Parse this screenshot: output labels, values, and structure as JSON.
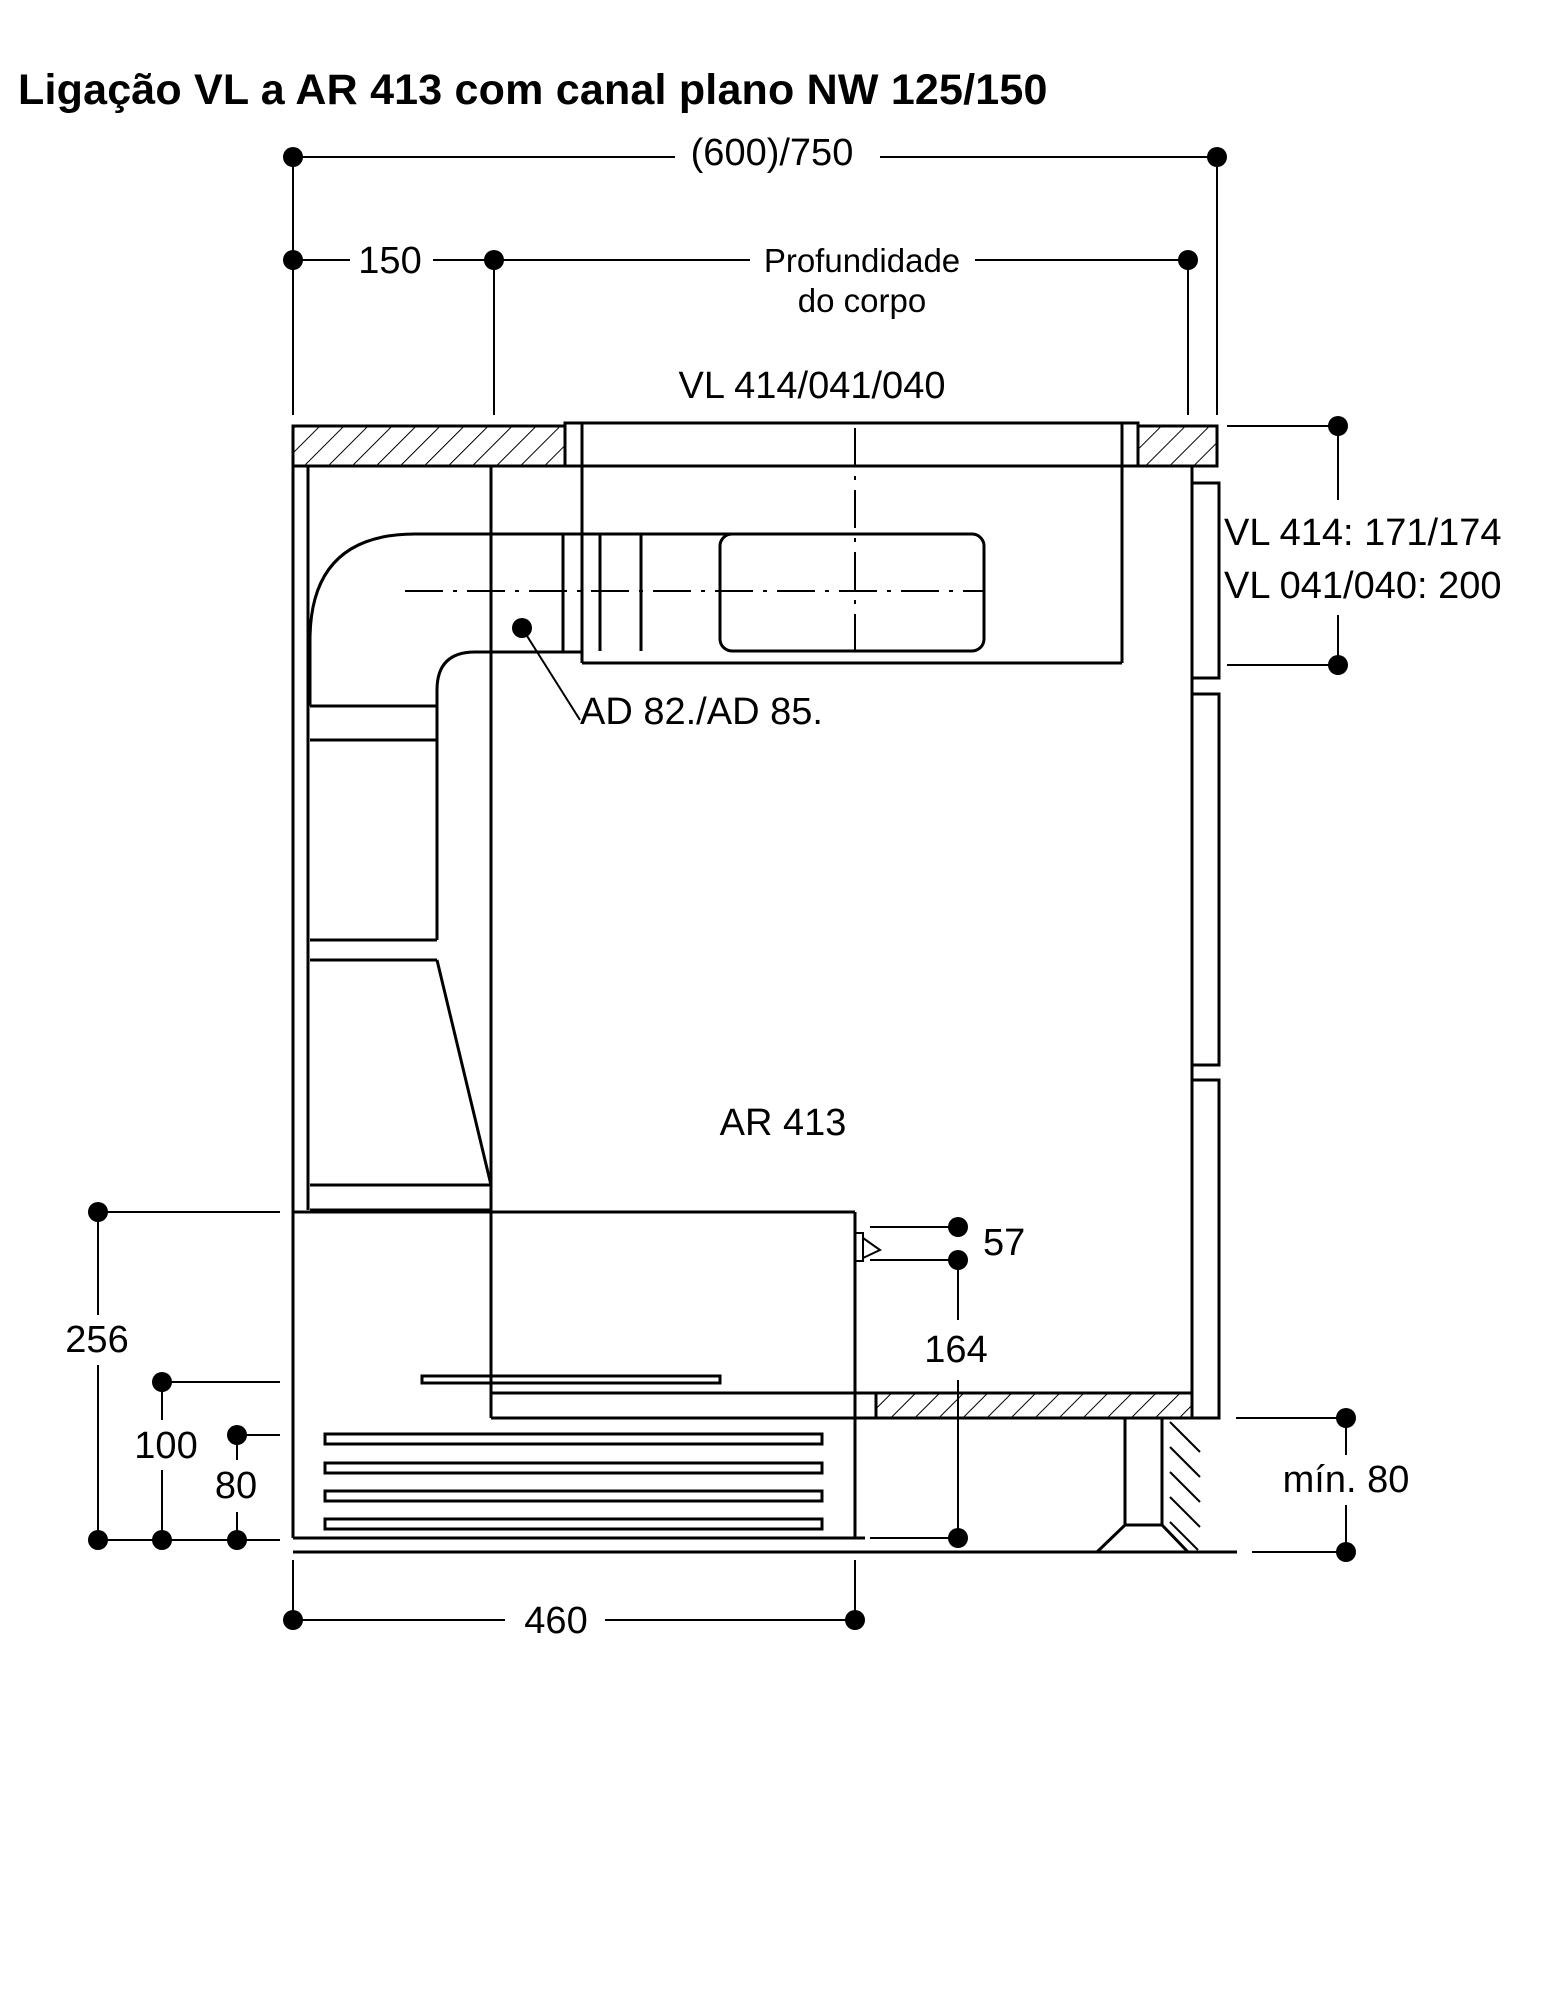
{
  "title": "Ligação VL a AR 413 com canal plano NW 125/150",
  "labels": {
    "total_width": "(600)/750",
    "offset_150": "150",
    "body_depth_line1": "Profundidade",
    "body_depth_line2": "do corpo",
    "cooktop_model": "VL 414/041/040",
    "height_vl414": "VL 414: 171/174",
    "height_vl041": "VL 041/040: 200",
    "duct_part": "AD 82./AD 85.",
    "unit_model": "AR 413",
    "dim_57": "57",
    "dim_164": "164",
    "dim_256": "256",
    "dim_100": "100",
    "dim_80": "80",
    "dim_min80": "mín. 80",
    "dim_460": "460"
  },
  "colors": {
    "line": "#000000",
    "background": "#ffffff"
  }
}
